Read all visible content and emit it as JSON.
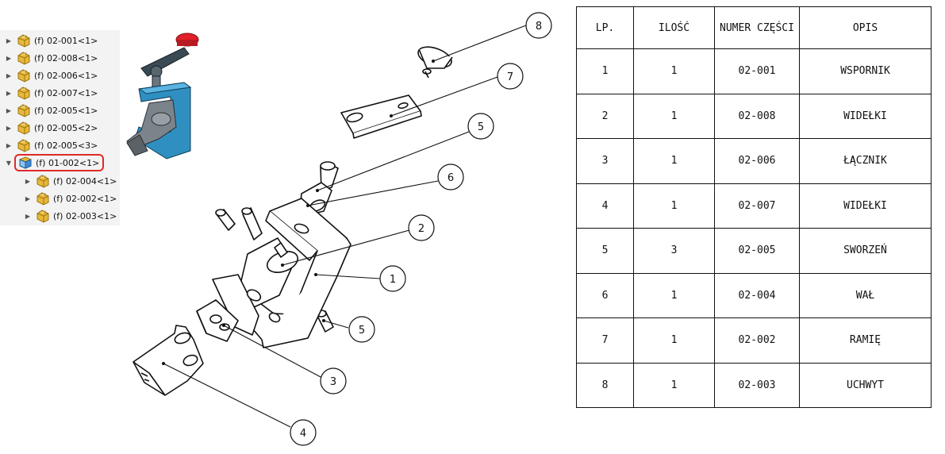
{
  "tree": {
    "items": [
      {
        "label": "(f) 02-001<1>",
        "expanded": false
      },
      {
        "label": "(f) 02-008<1>",
        "expanded": false
      },
      {
        "label": "(f) 02-006<1>",
        "expanded": false
      },
      {
        "label": "(f) 02-007<1>",
        "expanded": false
      },
      {
        "label": "(f) 02-005<1>",
        "expanded": false
      },
      {
        "label": "(f) 02-005<2>",
        "expanded": false
      },
      {
        "label": "(f) 02-005<3>",
        "expanded": false
      },
      {
        "label": "(f) 01-002<1>",
        "expanded": true,
        "selected": true,
        "icon": "subassembly-icon"
      },
      {
        "label": "(f) 02-004<1>",
        "expanded": false,
        "child": true
      },
      {
        "label": "(f) 02-002<1>",
        "expanded": false,
        "child": true
      },
      {
        "label": "(f) 02-003<1>",
        "expanded": false,
        "child": true
      }
    ]
  },
  "colors": {
    "part_icon": "#e8b83a",
    "subassembly_icon": "#3d8bd6",
    "selection_outline": "#e02a2a",
    "model_blue": "#2f8fc0",
    "model_knob": "#e0202a"
  },
  "balloons": [
    "8",
    "7",
    "5",
    "6",
    "2",
    "1",
    "5",
    "3",
    "4"
  ],
  "bom": {
    "headers": [
      "LP.",
      "ILOŚĆ",
      "NUMER CZĘŚCI",
      "OPIS"
    ],
    "rows": [
      [
        "1",
        "1",
        "02-001",
        "WSPORNIK"
      ],
      [
        "2",
        "1",
        "02-008",
        "WIDEŁKI"
      ],
      [
        "3",
        "1",
        "02-006",
        "ŁĄCZNIK"
      ],
      [
        "4",
        "1",
        "02-007",
        "WIDEŁKI"
      ],
      [
        "5",
        "3",
        "02-005",
        "SWORZEŃ"
      ],
      [
        "6",
        "1",
        "02-004",
        "WAŁ"
      ],
      [
        "7",
        "1",
        "02-002",
        "RAMIĘ"
      ],
      [
        "8",
        "1",
        "02-003",
        "UCHWYT"
      ]
    ]
  }
}
